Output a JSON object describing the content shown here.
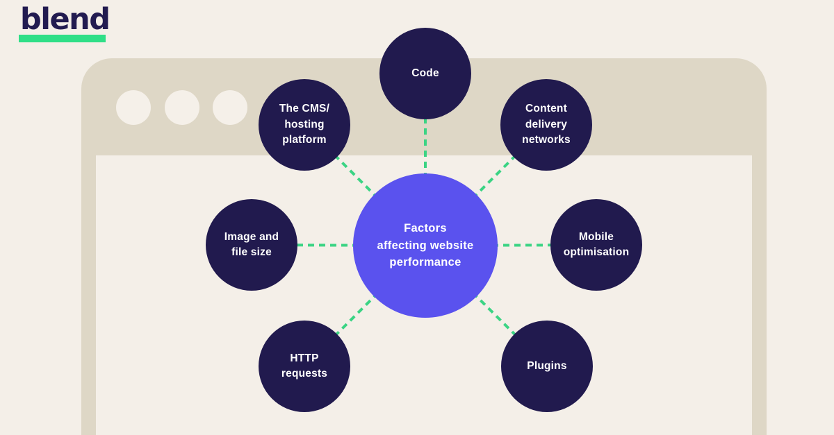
{
  "logo": {
    "text": "blend"
  },
  "colors": {
    "background": "#f4efe8",
    "browser_frame": "#ded7c6",
    "node_navy": "#211a4e",
    "center_purple": "#5a52ee",
    "connector_green": "#3bd484",
    "logo_underline_green": "#2fdf87",
    "logo_navy": "#221b50",
    "label_text": "#ffffff"
  },
  "diagram": {
    "center_label": "Factors\naffecting website\nperformance",
    "nodes": [
      {
        "id": "code",
        "label": "Code"
      },
      {
        "id": "cms",
        "label": "The CMS/\nhosting\nplatform"
      },
      {
        "id": "cdn",
        "label": "Content\ndelivery\nnetworks"
      },
      {
        "id": "image",
        "label": "Image and\nfile size"
      },
      {
        "id": "mobile",
        "label": "Mobile\noptimisation"
      },
      {
        "id": "http",
        "label": "HTTP\nrequests"
      },
      {
        "id": "plugins",
        "label": "Plugins"
      }
    ]
  }
}
